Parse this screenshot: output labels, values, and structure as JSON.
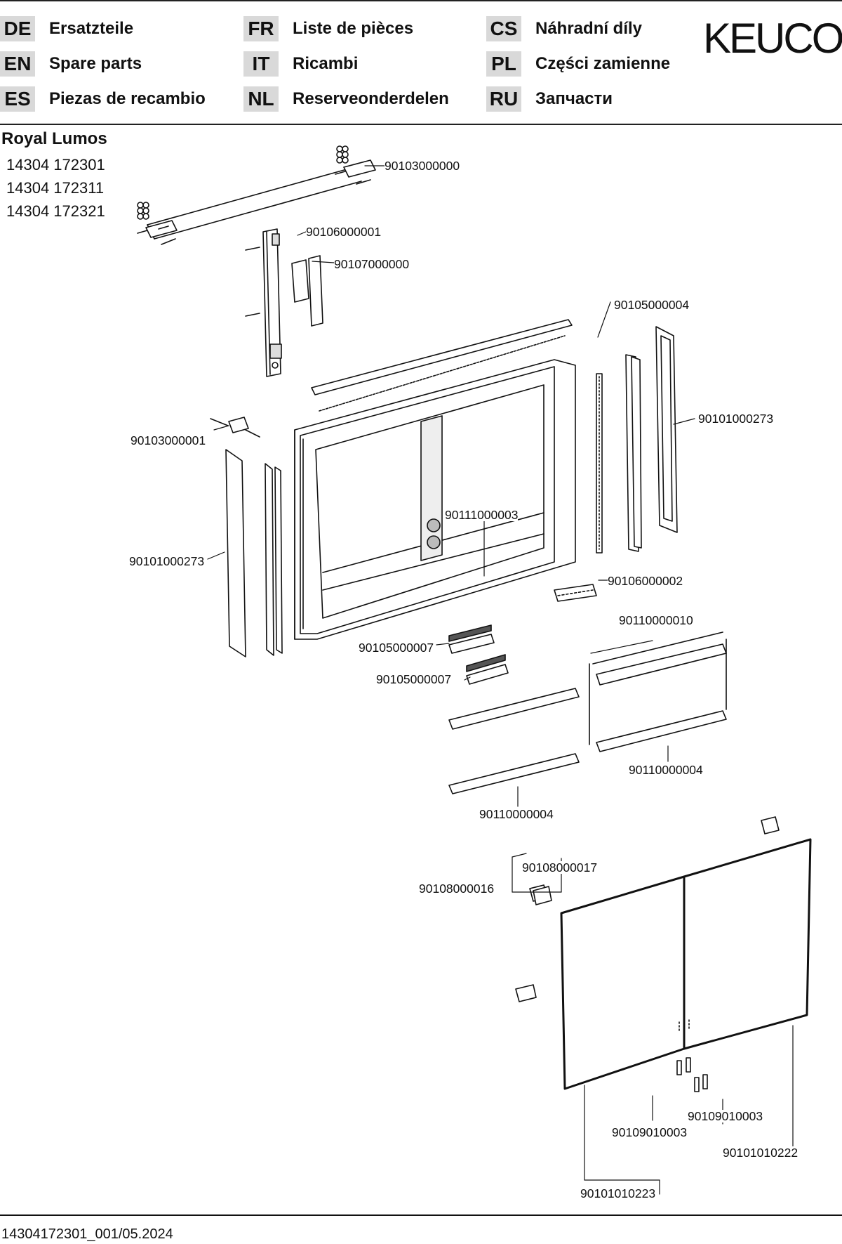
{
  "brand": {
    "logo_text": "KEUCO"
  },
  "languages": [
    {
      "code": "DE",
      "label": "Ersatzteile"
    },
    {
      "code": "EN",
      "label": "Spare parts"
    },
    {
      "code": "ES",
      "label": "Piezas de recambio"
    },
    {
      "code": "FR",
      "label": "Liste de pièces"
    },
    {
      "code": "IT",
      "label": "Ricambi"
    },
    {
      "code": "NL",
      "label": "Reserveonderdelen"
    },
    {
      "code": "CS",
      "label": "Náhradní díly"
    },
    {
      "code": "PL",
      "label": "Części zamienne"
    },
    {
      "code": "RU",
      "label": "Запчасти"
    }
  ],
  "product": {
    "name": "Royal Lumos",
    "articles": [
      "14304 172301",
      "14304 172311",
      "14304 172321"
    ]
  },
  "parts": {
    "top_mount_rail": "90103000000",
    "light_control_unit": "90106000001",
    "driver_cover": "90107000000",
    "top_led_strip": "90105000004",
    "right_side_mirror": "90101000273",
    "side_mount_bracket": "90103000001",
    "left_side_mirror": "90101000273",
    "back_mirror_panel": "90111000003",
    "sensor_switch": "90106000002",
    "shelf_light_upper": "90105000007",
    "shelf_light_lower": "90105000007",
    "shelf_set_right": "90110000010",
    "shelf_right_lower": "90110000004",
    "shelf_left_lower": "90110000004",
    "door_hinge_set": "90108000017",
    "door_hinge_single": "90108000016",
    "door_handle_right": "90109010003",
    "door_handle_left": "90109010003",
    "door_right": "90101010222",
    "door_left": "90101010223"
  },
  "footer": {
    "document_id": "14304172301_001/05.2024"
  }
}
